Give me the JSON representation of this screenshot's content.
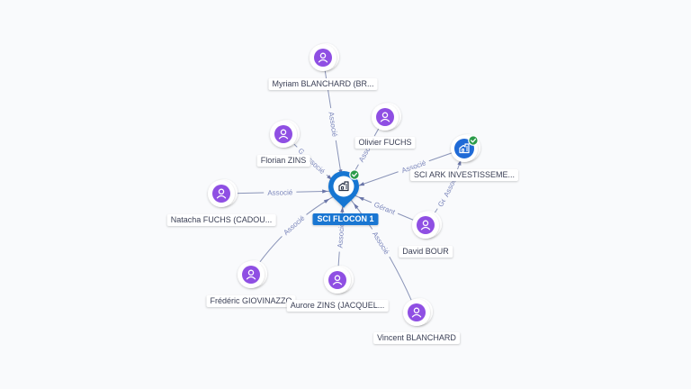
{
  "colors": {
    "person_fill": "#8f4fe3",
    "company_fill": "#1f6ad6",
    "central_fill": "#1976d2",
    "check_badge": "#2b9b4a",
    "edge": "#8a94b8",
    "edge_label": "#7b86bb"
  },
  "central": {
    "name": "SCI FLOCON 1",
    "icon": "building-icon",
    "verified": true
  },
  "nodes": [
    {
      "id": "myriam",
      "name": "Myriam BLANCHARD (BR...",
      "type": "person",
      "icon": "person-icon"
    },
    {
      "id": "olivier",
      "name": "Olivier FUCHS",
      "type": "person",
      "icon": "person-icon"
    },
    {
      "id": "florian",
      "name": "Florian ZINS",
      "type": "person",
      "icon": "person-icon"
    },
    {
      "id": "sciark",
      "name": "SCI ARK INVESTISSEME...",
      "type": "company",
      "icon": "building-icon",
      "verified": true
    },
    {
      "id": "natacha",
      "name": "Natacha FUCHS (CADOU...",
      "type": "person",
      "icon": "person-icon"
    },
    {
      "id": "david",
      "name": "David BOUR",
      "type": "person",
      "icon": "person-icon"
    },
    {
      "id": "frederic",
      "name": "Frédéric GIOVINAZZO",
      "type": "person",
      "icon": "person-icon"
    },
    {
      "id": "aurore",
      "name": "Aurore ZINS (JACQUEL...",
      "type": "person",
      "icon": "person-icon"
    },
    {
      "id": "vincent",
      "name": "Vincent BLANCHARD",
      "type": "person",
      "icon": "person-icon"
    }
  ],
  "edges": [
    {
      "from": "myriam",
      "to": "central",
      "labels": [
        "Associé"
      ]
    },
    {
      "from": "olivier",
      "to": "central",
      "labels": [
        "Associé"
      ]
    },
    {
      "from": "florian",
      "to": "central",
      "labels": [
        "Gérant",
        "Associé"
      ]
    },
    {
      "from": "sciark",
      "to": "central",
      "labels": [
        "Associé"
      ]
    },
    {
      "from": "natacha",
      "to": "central",
      "labels": [
        "Associé"
      ]
    },
    {
      "from": "david",
      "to": "central",
      "labels": [
        "Gérant"
      ]
    },
    {
      "from": "david",
      "to": "sciark",
      "labels": [
        "Gérant",
        "Associé"
      ]
    },
    {
      "from": "frederic",
      "to": "central",
      "labels": [
        "Associé"
      ]
    },
    {
      "from": "aurore",
      "to": "central",
      "labels": [
        "Associé"
      ]
    },
    {
      "from": "vincent",
      "to": "central",
      "labels": [
        "Associé"
      ]
    }
  ]
}
